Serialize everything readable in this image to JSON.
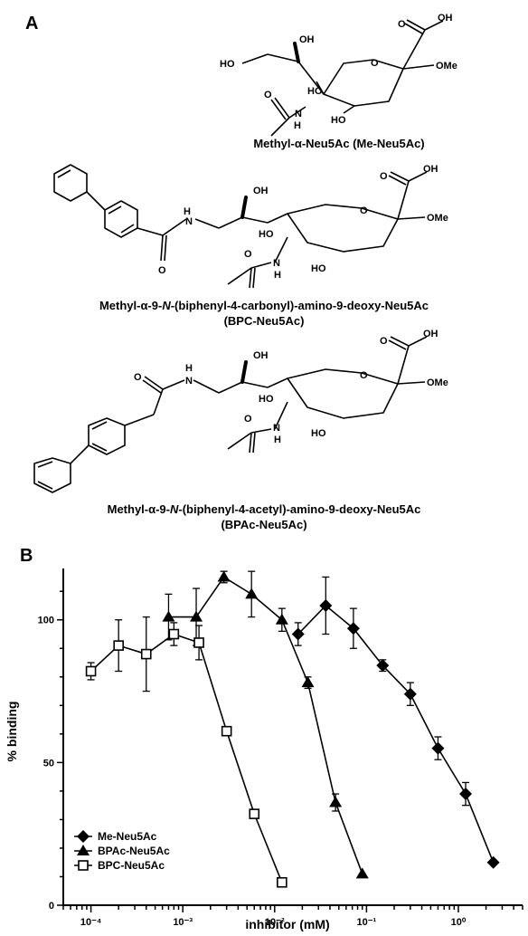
{
  "panels": {
    "a": "A",
    "b": "B"
  },
  "atoms": {
    "oh": "OH",
    "o": "O",
    "ome": "OMe",
    "ho": "HO",
    "h": "H",
    "n": "N"
  },
  "captions": {
    "me": "Methyl-α-Neu5Ac (Me-Neu5Ac)",
    "bpc_line1_pre": "Methyl-α-9-",
    "bpc_line1_n": "N",
    "bpc_line1_post": "-(biphenyl-4-carbonyl)-amino-9-deoxy-Neu5Ac",
    "bpc_line2": "(BPC-Neu5Ac)",
    "bpac_line1_pre": "Methyl-α-9-",
    "bpac_line1_n": "N",
    "bpac_line1_post": "-(biphenyl-4-acetyl)-amino-9-deoxy-Neu5Ac",
    "bpac_line2": "(BPAc-Neu5Ac)"
  },
  "chart_data": {
    "type": "line",
    "x_scale": "log",
    "xlabel": "inhibitor (mM)",
    "ylabel": "% binding",
    "xlim": [
      5e-05,
      5
    ],
    "ylim": [
      0,
      118
    ],
    "x_tick_labels": [
      "10⁻⁴",
      "10⁻³",
      "10⁻²",
      "10⁻¹",
      "10⁰"
    ],
    "x_tick_values": [
      0.0001,
      0.001,
      0.01,
      0.1,
      1
    ],
    "y_tick_labels": [
      "0",
      "50",
      "100"
    ],
    "y_tick_values": [
      0,
      50,
      100
    ],
    "legend_position": "lower-left",
    "series": [
      {
        "name": "Me-Neu5Ac",
        "marker": "diamond-filled",
        "x": [
          0.018,
          0.036,
          0.072,
          0.15,
          0.3,
          0.6,
          1.2,
          2.4
        ],
        "y": [
          95,
          105,
          97,
          84,
          74,
          55,
          39,
          15
        ],
        "err": [
          4,
          10,
          7,
          2,
          4,
          4,
          4,
          1
        ]
      },
      {
        "name": "BPAc-Neu5Ac",
        "marker": "triangle-filled",
        "x": [
          0.0007,
          0.0014,
          0.0028,
          0.0056,
          0.012,
          0.023,
          0.046,
          0.09
        ],
        "y": [
          101,
          101,
          115,
          109,
          100,
          78,
          36,
          11
        ],
        "err": [
          8,
          10,
          2,
          8,
          4,
          2,
          3,
          1
        ]
      },
      {
        "name": "BPC-Neu5Ac",
        "marker": "square-open",
        "x": [
          0.0001,
          0.0002,
          0.0004,
          0.0008,
          0.0015,
          0.003,
          0.006,
          0.012
        ],
        "y": [
          82,
          91,
          88,
          95,
          92,
          61,
          32,
          8
        ],
        "err": [
          3,
          9,
          13,
          4,
          6,
          1,
          1,
          1
        ]
      }
    ]
  }
}
